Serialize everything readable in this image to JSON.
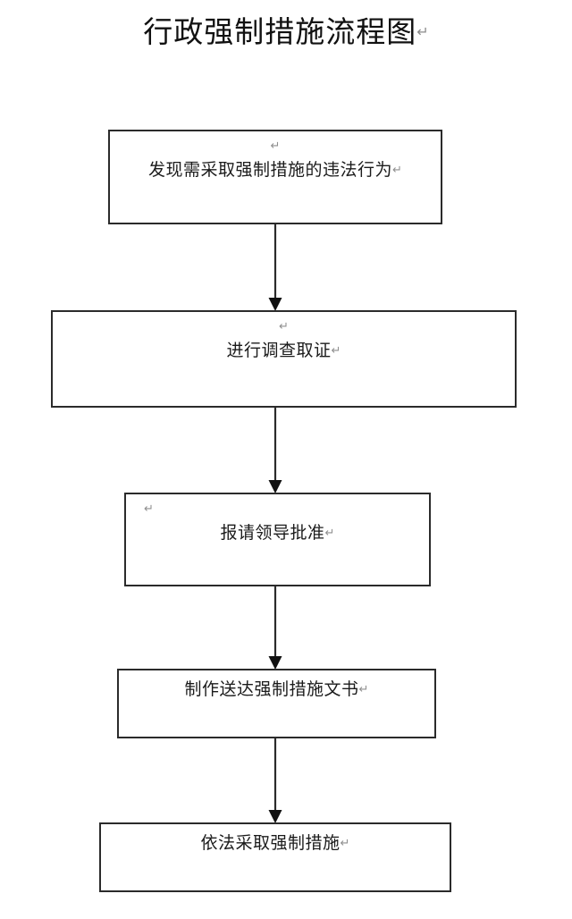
{
  "document": {
    "title": "行政强制措施流程图",
    "title_mark": "↵",
    "background_color": "#ffffff",
    "line_color": "#2b2b2b",
    "text_color": "#1b1b1b",
    "mark_color": "#8f8f8f"
  },
  "flowchart": {
    "type": "flowchart",
    "orientation": "vertical-top-to-bottom",
    "nodes": [
      {
        "id": "node-1",
        "step": 1,
        "label": "发现需采取强制措施的违法行为",
        "mark": "↵",
        "leading_blank_mark": "↵",
        "leading_blank_align": "center"
      },
      {
        "id": "node-2",
        "step": 2,
        "label": "进行调查取证",
        "mark": "↵",
        "leading_blank_mark": "↵",
        "leading_blank_align": "center"
      },
      {
        "id": "node-3",
        "step": 3,
        "label": "报请领导批准",
        "mark": "↵",
        "leading_blank_mark": "↵",
        "leading_blank_align": "left"
      },
      {
        "id": "node-4",
        "step": 4,
        "label": "制作送达强制措施文书",
        "mark": "↵",
        "leading_blank_mark": "",
        "leading_blank_align": "center"
      },
      {
        "id": "node-5",
        "step": 5,
        "label": "依法采取强制措施",
        "mark": "↵",
        "leading_blank_mark": "",
        "leading_blank_align": "center"
      }
    ],
    "connectors": [
      {
        "id": "conn-1",
        "from": "node-1",
        "to": "node-2",
        "style": "arrow-down"
      },
      {
        "id": "conn-2",
        "from": "node-2",
        "to": "node-3",
        "style": "arrow-down"
      },
      {
        "id": "conn-3",
        "from": "node-3",
        "to": "node-4",
        "style": "arrow-down"
      },
      {
        "id": "conn-4",
        "from": "node-4",
        "to": "node-5",
        "style": "arrow-down"
      }
    ]
  }
}
